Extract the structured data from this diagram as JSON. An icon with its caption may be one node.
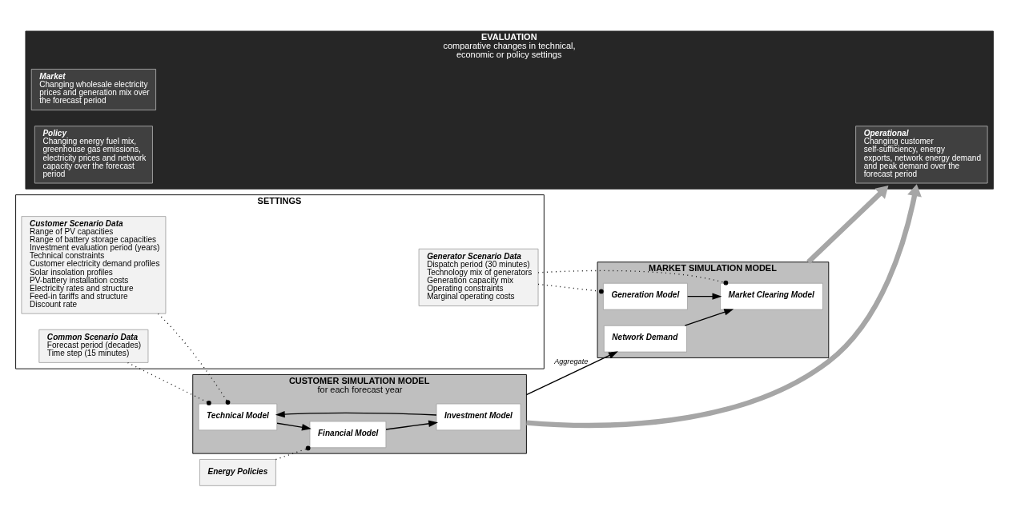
{
  "diagram": {
    "nodes": [
      {
        "text": [
          "SETTINGS"
        ]
      },
      {
        "text": [
          "Common Scenario Data",
          "Forecast period (decades)",
          "Time step (15 minutes)"
        ],
        "in": 0
      },
      {
        "text": [
          "Customer Scenario Data",
          "Range of PV capacities",
          "Range of battery storage capacities",
          "Investment evaluation period (years)",
          "Technical constraints",
          "Customer electricity demand profiles",
          "Solar insolation profiles",
          "PV-battery installation costs",
          "Electricity rates and structure",
          "Feed-in tariffs and structure",
          "Discount rate"
        ],
        "in": 0
      },
      {
        "text": [
          "Generator Scenario Data",
          "Dispatch period (30 minutes)",
          "Technology mix of generators",
          "Generation capacity mix",
          "Operating constraints",
          "Marginal operating costs"
        ],
        "in": 0
      },
      {
        "text": [
          "Energy Policies"
        ]
      },
      {
        "text": [
          "CUSTOMER SIMULATION MODEL",
          "for each forecast year"
        ]
      },
      {
        "text": [
          "Technical Model"
        ],
        "in": 5
      },
      {
        "text": [
          "Financial Model"
        ],
        "in": 5
      },
      {
        "text": [
          "Investment Model"
        ],
        "in": 5
      },
      {
        "text": [
          "MARKET SIMULATION MODEL"
        ]
      },
      {
        "text": [
          "Generation Model"
        ],
        "in": 9
      },
      {
        "text": [
          "Network Demand"
        ],
        "in": 9
      },
      {
        "text": [
          "Market Clearing Model"
        ],
        "in": 9
      },
      {
        "text": [
          "EVALUATION",
          "comparative changes in technical, economic or policy settings"
        ]
      },
      {
        "text": [
          "Operational",
          "Changing customer self-sufficiency, energy exports, network energy demand and peak demand over the forecast period"
        ],
        "in": 13
      },
      {
        "text": [
          "Market",
          "Changing wholesale electricity prices and generation mix over the forecast period"
        ],
        "in": 13
      },
      {
        "text": [
          "Policy",
          "Changing energy fuel mix, greenhouse gas emissions, electricity prices and network capacity over the forecast period"
        ],
        "in": 13
      }
    ],
    "edges": [
      {
        "from": 1,
        "to": 6,
        "arrow": "other",
        "style": "dashed"
      },
      {
        "from": 2,
        "to": 6,
        "arrow": "other",
        "style": "dashed"
      },
      {
        "from": 4,
        "to": 7,
        "arrow": "other",
        "style": "dashed"
      },
      {
        "from": 6,
        "to": 7,
        "arrow": "to"
      },
      {
        "from": 7,
        "to": 8,
        "arrow": "to"
      },
      {
        "from": 8,
        "to": 6,
        "arrow": "to"
      },
      {
        "from": 5,
        "to": 11,
        "arrow": "to",
        "label": "Aggregate"
      },
      {
        "from": 10,
        "to": 12,
        "arrow": "to"
      },
      {
        "from": 11,
        "to": 12,
        "arrow": "to"
      },
      {
        "from": 3,
        "to": 10,
        "arrow": "other",
        "style": "dashed"
      },
      {
        "from": 3,
        "to": 12,
        "arrow": "other",
        "style": "dashed"
      },
      {
        "from": 5,
        "to": 13,
        "arrow": "to",
        "style": "thick",
        "color": "#a6a6a6"
      },
      {
        "from": 9,
        "to": 13,
        "arrow": "to",
        "style": "thick",
        "color": "#a6a6a6"
      }
    ]
  }
}
